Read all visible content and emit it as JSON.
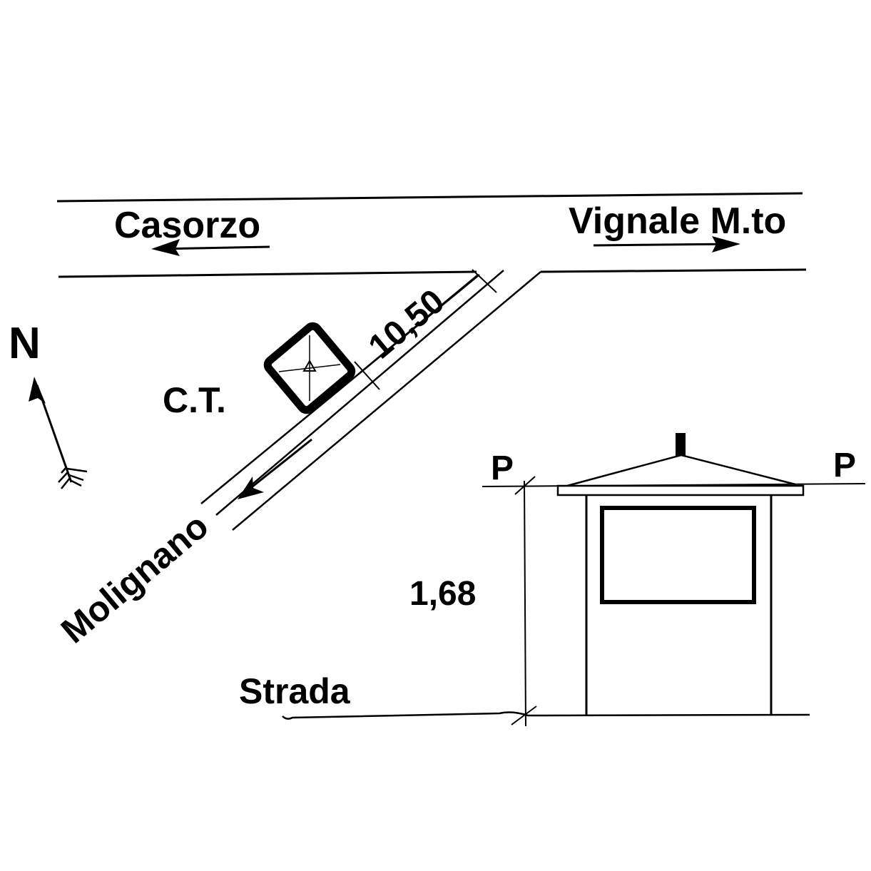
{
  "colors": {
    "ink": "#000000",
    "paper": "#ffffff"
  },
  "plan": {
    "destinations": {
      "west": "Casorzo",
      "east": "Vignale M.to",
      "southwest": "Molignano"
    },
    "distance_label": "10,50",
    "benchmark_label": "C.T.",
    "north_label": "N"
  },
  "elevation": {
    "height_label": "1,68",
    "ground_label": "Strada",
    "plane_left_label": "P",
    "plane_right_label": "P"
  }
}
